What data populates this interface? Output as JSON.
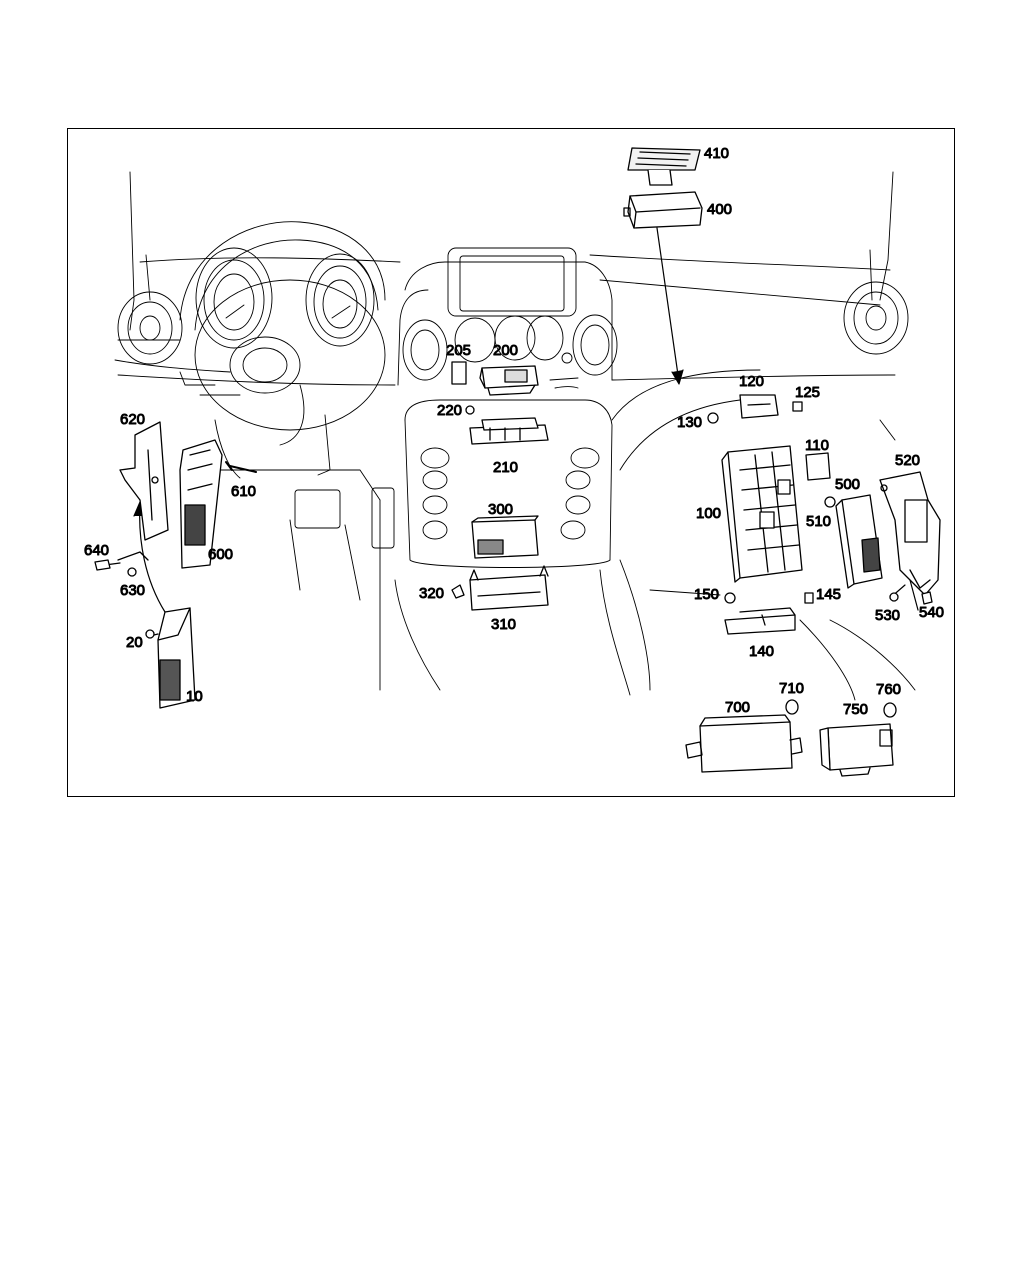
{
  "diagram": {
    "line_color": "#000000",
    "background": "#ffffff",
    "callouts": [
      {
        "id": "10",
        "text": "10"
      },
      {
        "id": "20",
        "text": "20"
      },
      {
        "id": "100",
        "text": "100"
      },
      {
        "id": "110",
        "text": "110"
      },
      {
        "id": "120",
        "text": "120"
      },
      {
        "id": "125",
        "text": "125"
      },
      {
        "id": "130",
        "text": "130"
      },
      {
        "id": "140",
        "text": "140"
      },
      {
        "id": "145",
        "text": "145"
      },
      {
        "id": "150",
        "text": "150"
      },
      {
        "id": "200",
        "text": "200"
      },
      {
        "id": "205",
        "text": "205"
      },
      {
        "id": "210",
        "text": "210"
      },
      {
        "id": "220",
        "text": "220"
      },
      {
        "id": "300",
        "text": "300"
      },
      {
        "id": "310",
        "text": "310"
      },
      {
        "id": "320",
        "text": "320"
      },
      {
        "id": "400",
        "text": "400"
      },
      {
        "id": "410",
        "text": "410"
      },
      {
        "id": "500",
        "text": "500"
      },
      {
        "id": "510",
        "text": "510"
      },
      {
        "id": "520",
        "text": "520"
      },
      {
        "id": "530",
        "text": "530"
      },
      {
        "id": "540",
        "text": "540"
      },
      {
        "id": "600",
        "text": "600"
      },
      {
        "id": "610",
        "text": "610"
      },
      {
        "id": "620",
        "text": "620"
      },
      {
        "id": "630",
        "text": "630"
      },
      {
        "id": "640",
        "text": "640"
      },
      {
        "id": "700",
        "text": "700"
      },
      {
        "id": "710",
        "text": "710"
      },
      {
        "id": "750",
        "text": "750"
      },
      {
        "id": "760",
        "text": "760"
      }
    ]
  }
}
